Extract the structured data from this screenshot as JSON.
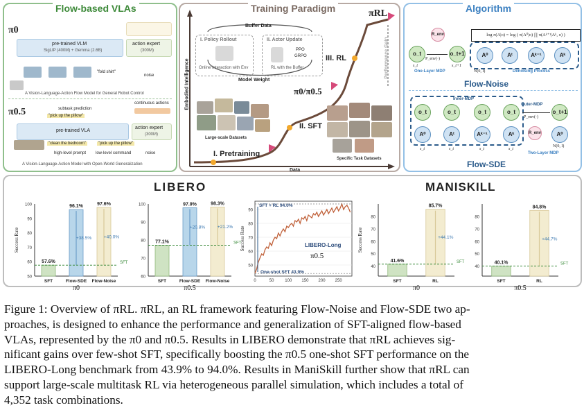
{
  "vla_panel": {
    "title": "Flow-based VLAs",
    "pi0": {
      "label": "π0",
      "vlm_label": "pre-trained VLM",
      "vlm_sub": "SigLIP (400M) + Gemma (2.6B)",
      "expert_label": "action expert",
      "expert_sub": "(300M)",
      "prompt": "\"fold shirt\"",
      "noise": "noise",
      "caption": "A Vision-Language-Action Flow Model for General Robot Control"
    },
    "pi05": {
      "label": "π0.5",
      "subtask": "subtask prediction",
      "continuous": "continuous actions",
      "pick_up": "\"pick up the pillow\"",
      "vlm_label": "pre-trained VLA",
      "expert_label": "action expert",
      "expert_sub": "(300M)",
      "clean": "\"clean the bedroom\"",
      "pick_up_2": "\"pick up the pillow\"",
      "high_level": "high-level prompt",
      "low_level": "low-level command",
      "noise": "noise",
      "caption": "A Vision-Language-Action Model with Open-World Generalization"
    }
  },
  "training_panel": {
    "title": "Training Paradigm",
    "buffer_data": "Buffer Data",
    "rollout_title": "I. Policy Rollout",
    "rollout_sub": "Online Interaction with Env",
    "actor_title": "II. Actor Update",
    "actor_ppo": "PPO",
    "actor_grpo": "GRPO",
    "actor_sub": "RL with the Buffer",
    "model_weight": "Model Weight",
    "y_axis": "Embodied Intelligence",
    "x_axis": "Data",
    "perf_gain": "Performance Gain",
    "stage_rl": "III. RL",
    "stage_sft": "II. SFT",
    "stage_pre": "I. Pretraining",
    "pi_rl": "πRL",
    "pi_mid": "π0/π0.5",
    "large_scale": "Large-scale Datasets",
    "specific": "Specific Task Datasets"
  },
  "algo_panel": {
    "title": "Algorithm",
    "flow_noise": "Flow-Noise",
    "flow_sde": "Flow-SDE",
    "one_layer": "One-Layer MDP",
    "denoising": "Denoising Process",
    "inner_mdp": "Inner-MDP",
    "outer_mdp": "Outer-MDP",
    "two_layer": "Two-Layer MDP",
    "formula": "log π(A|o) = log ( π(A⁰|o) ∏ π(Aᵏ⁺¹|Aᵏ, o) )",
    "r_env": "R_env",
    "p_env": "P_env(·)",
    "normal": "N(0, I)",
    "o_t": "o_t",
    "o_t1": "o_t+1",
    "s_t": "s_t",
    "s_t1": "s_t+1",
    "a0": "A⁰",
    "a1": "Aᵗ",
    "ak1": "Aᵏ⁻¹",
    "ak": "Aᵏ"
  },
  "results_panel": {
    "libero_logo": "LIBERO",
    "maniskill_logo": "MANISKILL",
    "charts": [
      {
        "id": "libero-pi0",
        "ylabel": "Success Rate",
        "categories": [
          "SFT",
          "Flow-SDE",
          "Flow-Noise"
        ],
        "values": [
          57.6,
          96.1,
          97.6
        ],
        "labels": [
          "57.6%",
          "96.1%",
          "97.6%"
        ],
        "deltas": [
          "",
          "+38.5%",
          "+40.0%"
        ],
        "yticks": [
          "100",
          "90",
          "80",
          "70",
          "60",
          "50"
        ],
        "model": "π0",
        "ylim": [
          50,
          100
        ]
      },
      {
        "id": "libero-pi05",
        "categories": [
          "SFT",
          "Flow-SDE",
          "Flow-Noise"
        ],
        "values": [
          77.1,
          97.9,
          98.3
        ],
        "labels": [
          "77.1%",
          "97.9%",
          "98.3%"
        ],
        "deltas": [
          "",
          "+20.8%",
          "+21.2%"
        ],
        "yticks": [
          "100",
          "90",
          "80",
          "70",
          "60"
        ],
        "model": "π0.5",
        "ylim": [
          60,
          100
        ]
      },
      {
        "id": "maniskill-pi0",
        "ylabel": "Success Rate",
        "categories": [
          "SFT",
          "RL"
        ],
        "values": [
          41.6,
          85.7
        ],
        "labels": [
          "41.6%",
          "85.7%"
        ],
        "deltas": [
          "",
          "+44.1%"
        ],
        "yticks": [
          "80",
          "70",
          "60",
          "50",
          "40"
        ],
        "model": "π0",
        "ylim": [
          32,
          90
        ]
      },
      {
        "id": "maniskill-pi05",
        "categories": [
          "SFT",
          "RL"
        ],
        "values": [
          40.1,
          84.8
        ],
        "labels": [
          "40.1%",
          "84.8%"
        ],
        "deltas": [
          "",
          "+44.7%"
        ],
        "yticks": [
          "80",
          "70",
          "60",
          "50",
          "40"
        ],
        "model": "π0.5",
        "ylim": [
          32,
          90
        ]
      }
    ],
    "sft_label": "SFT",
    "line_chart": {
      "ylabel": "Success Rate",
      "top_label": "SFT + RL 94.0%",
      "bottom_label": "One-shot SFT 43.9%",
      "name": "LIBERO-Long",
      "model": "π0.5",
      "xticks": [
        "0",
        "50",
        "100",
        "150",
        "200",
        "250"
      ],
      "yticks": [
        "90",
        "80",
        "70",
        "60",
        "50"
      ]
    }
  },
  "chart_data": {
    "type": "line",
    "x": [
      0,
      5,
      10,
      15,
      20,
      25,
      30,
      35,
      40,
      45,
      50,
      55,
      60,
      65,
      70,
      75,
      80,
      85,
      90,
      95,
      100,
      105,
      110,
      115,
      120,
      125,
      130,
      135,
      140,
      145,
      150,
      155,
      160,
      165,
      170,
      175,
      180,
      185,
      190,
      195,
      200,
      205,
      210,
      215,
      220,
      225,
      230,
      235,
      240,
      245,
      250,
      255,
      260,
      265,
      270,
      275,
      280,
      285
    ],
    "series": [
      {
        "values": [
          44,
          47,
          52,
          55,
          58,
          57,
          61,
          63,
          62,
          66,
          64,
          68,
          70,
          69,
          73,
          71,
          74,
          76,
          74,
          78,
          77,
          79,
          80,
          78,
          82,
          81,
          83,
          80,
          84,
          83,
          85,
          82,
          86,
          85,
          84,
          87,
          86,
          88,
          85,
          87,
          89,
          86,
          88,
          90,
          87,
          89,
          91,
          88,
          90,
          92,
          89,
          91,
          94,
          90,
          92,
          93,
          91,
          88
        ]
      }
    ],
    "xlim": [
      0,
      290
    ],
    "ylim": [
      42,
      96
    ]
  },
  "caption": {
    "line1": "Figure 1: Overview of πRL. πRL, an RL framework featuring Flow-Noise and Flow-SDE two ap-",
    "line2": "proaches, is designed to enhance the performance and generalization of SFT-aligned flow-based",
    "line3": "VLAs, represented by the π0 and π0.5. Results in LIBERO demonstrate that πRL achieves sig-",
    "line4": "nificant gains over few-shot SFT, specifically boosting the π0.5 one-shot SFT performance on the",
    "line5": "LIBERO-Long benchmark from 43.9% to 94.0%. Results in ManiSkill further show that πRL can",
    "line6": "support large-scale multitask RL via heterogeneous parallel simulation, which includes a total of",
    "line7": "4,352 task combinations."
  }
}
